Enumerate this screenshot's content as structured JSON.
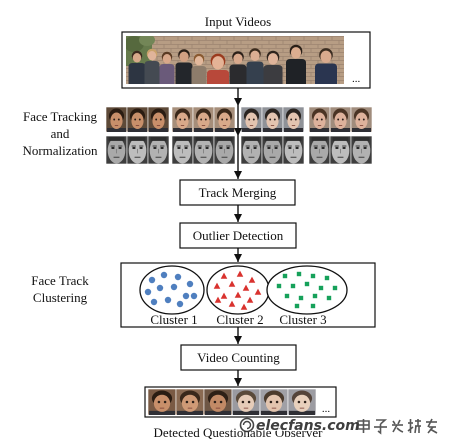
{
  "figure": {
    "input_videos": {
      "title": "Input Videos",
      "ellipsis": "..."
    },
    "face_tracking": {
      "label": [
        "Face Tracking",
        "and",
        "Normalization"
      ]
    },
    "track_merging": {
      "label": "Track Merging"
    },
    "outlier_detection": {
      "label": "Outlier Detection"
    },
    "face_track_clustering": {
      "label": [
        "Face Track",
        "Clustering"
      ],
      "clusters": [
        {
          "label": "Cluster 1",
          "color": "#4f7fbf",
          "marker": "circle"
        },
        {
          "label": "Cluster 2",
          "color": "#d9322e",
          "marker": "triangle"
        },
        {
          "label": "Cluster 3",
          "color": "#16a15a",
          "marker": "square"
        }
      ]
    },
    "video_counting": {
      "label": "Video Counting"
    },
    "output": {
      "ellipsis": "...",
      "caption": "Detected Questionable Observer"
    }
  },
  "watermark": {
    "logo_icon": "elecfans-logo-icon",
    "text": "elecfans.com",
    "cn_text": "电子发烧友"
  },
  "icons": {
    "flow_arrow": "arrow-down-icon"
  },
  "colors": {
    "line": "#111111",
    "background": "#ffffff"
  }
}
